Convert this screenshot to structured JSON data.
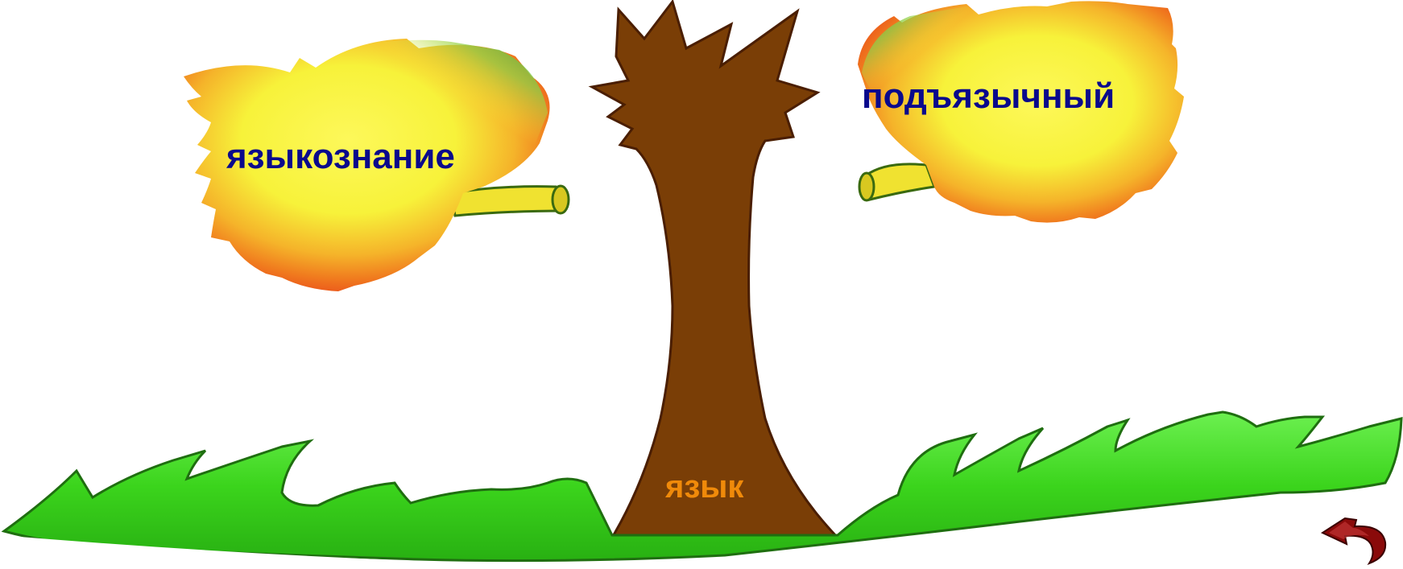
{
  "tree": {
    "root_word": "язык",
    "leaves": [
      {
        "word": "языкознание"
      },
      {
        "word": "подъязычный"
      }
    ]
  },
  "colors": {
    "trunk": "#7a3e06",
    "trunk_outline": "#4a1e02",
    "grass": "#3bd41c",
    "grass_light": "#6cf050",
    "grass_outline": "#1f6e10",
    "leaf_yellow": "#f7f23a",
    "leaf_green": "#6cc43c",
    "leaf_orange": "#f07a1e",
    "leaf_red": "#e8401a",
    "word_blue": "#0a0a8c",
    "word_orange": "#f08a0a",
    "back_arrow": "#8a0a0a"
  },
  "icons": {
    "back": "back-arrow-icon"
  }
}
